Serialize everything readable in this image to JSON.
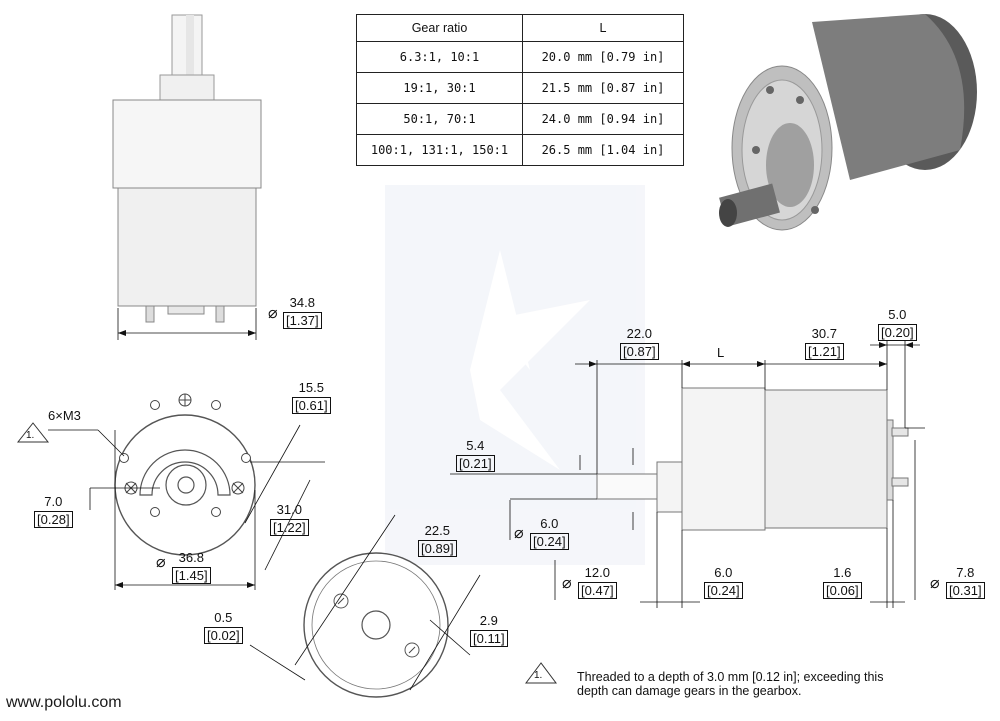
{
  "table": {
    "header_ratio": "Gear ratio",
    "header_l": "L",
    "rows": [
      {
        "ratio": "6.3:1, 10:1",
        "l": "20.0 mm [0.79 in]"
      },
      {
        "ratio": "19:1, 30:1",
        "l": "21.5 mm [0.87 in]"
      },
      {
        "ratio": "50:1, 70:1",
        "l": "24.0 mm [0.94 in]"
      },
      {
        "ratio": "100:1, 131:1, 150:1",
        "l": "26.5 mm [1.04 in]"
      }
    ]
  },
  "dims": {
    "d348": {
      "mm": "34.8",
      "in": "1.37"
    },
    "d155": {
      "mm": "15.5",
      "in": "0.61"
    },
    "d310": {
      "mm": "31.0",
      "in": "1.22"
    },
    "d70": {
      "mm": "7.0",
      "in": "0.28"
    },
    "d368": {
      "mm": "36.8",
      "in": "1.45"
    },
    "d05": {
      "mm": "0.5",
      "in": "0.02"
    },
    "d225": {
      "mm": "22.5",
      "in": "0.89"
    },
    "d29": {
      "mm": "2.9",
      "in": "0.11"
    },
    "d220": {
      "mm": "22.0",
      "in": "0.87"
    },
    "d307": {
      "mm": "30.7",
      "in": "1.21"
    },
    "d50": {
      "mm": "5.0",
      "in": "0.20"
    },
    "d54": {
      "mm": "5.4",
      "in": "0.21"
    },
    "d60a": {
      "mm": "6.0",
      "in": "0.24"
    },
    "d120": {
      "mm": "12.0",
      "in": "0.47"
    },
    "d60b": {
      "mm": "6.0",
      "in": "0.24"
    },
    "d16": {
      "mm": "1.6",
      "in": "0.06"
    },
    "d78": {
      "mm": "7.8",
      "in": "0.31"
    }
  },
  "labels": {
    "screw": "6×M3",
    "l": "L",
    "note_mark": "1.",
    "diameter": "⌀"
  },
  "footnote": {
    "line1": "Threaded to a depth of 3.0 mm [0.12 in]; exceeding this",
    "line2": "depth can damage gears in the gearbox."
  },
  "url": "www.pololu.com",
  "colors": {
    "gearbox": "#f2f2f2",
    "motor": "#e8e8e8",
    "watermark": "#dfe3ee"
  }
}
